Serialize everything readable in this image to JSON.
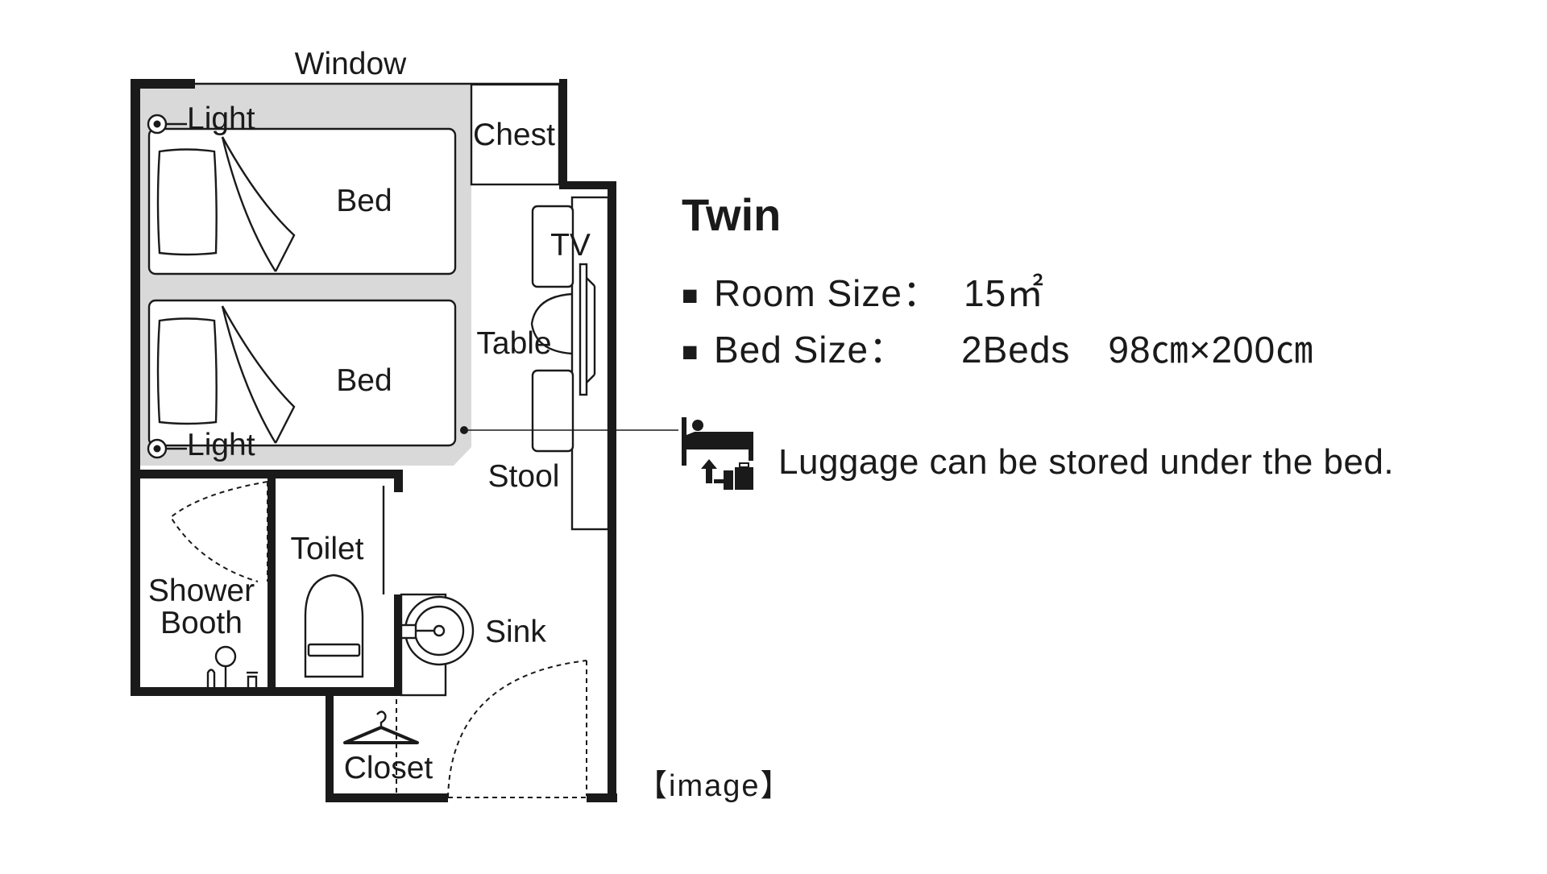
{
  "floorplan": {
    "labels": {
      "window": "Window",
      "chest": "Chest",
      "light_top": "Light",
      "light_bottom": "Light",
      "bed_top": "Bed",
      "bed_bottom": "Bed",
      "tv": "TV",
      "table": "Table",
      "stool": "Stool",
      "toilet": "Toilet",
      "shower_line1": "Shower",
      "shower_line2": "Booth",
      "sink": "Sink",
      "closet": "Closet"
    },
    "image_note": "【image】"
  },
  "room_info": {
    "title": "Twin",
    "rows": [
      {
        "bullet": "■",
        "label": "Room Size：",
        "value": "15㎡"
      },
      {
        "bullet": "■",
        "label": "Bed Size：",
        "value": "2Beds　98㎝×200㎝"
      }
    ],
    "luggage_note": "Luggage can be stored under the bed."
  },
  "icons": {
    "light": "ceiling-light-icon",
    "luggage": "luggage-under-bed-icon",
    "hanger": "hanger-icon",
    "shower": "shower-head-icon"
  },
  "colors": {
    "wall": "#1a1a1a",
    "bed_area": "#d9d9d9",
    "background": "#ffffff"
  }
}
